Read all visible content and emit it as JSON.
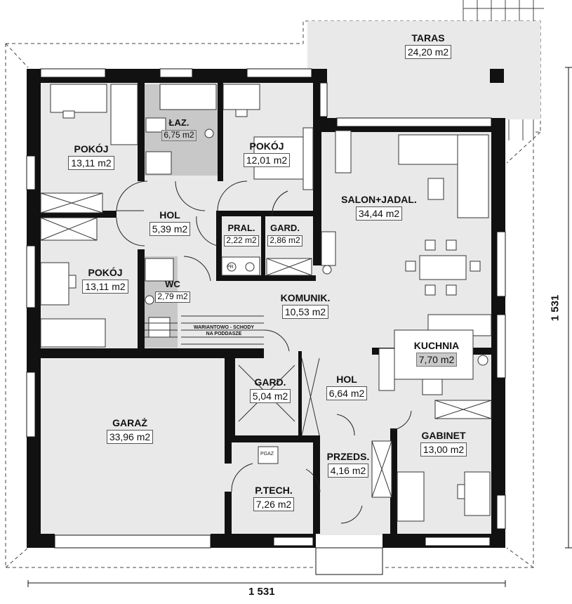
{
  "rooms": {
    "taras": {
      "name": "TARAS",
      "area": "24,20 m2"
    },
    "lazienka": {
      "name": "ŁAZ.",
      "area": "6,75 m2"
    },
    "pokoj_nw": {
      "name": "POKÓJ",
      "area": "13,11 m2"
    },
    "pokoj_n": {
      "name": "POKÓJ",
      "area": "12,01 m2"
    },
    "salon": {
      "name": "SALON+JADAL.",
      "area": "34,44 m2"
    },
    "hol_1": {
      "name": "HOL",
      "area": "5,39 m2"
    },
    "pralnia": {
      "name": "PRAL.",
      "area": "2,22 m2"
    },
    "gard_1": {
      "name": "GARD.",
      "area": "2,86 m2"
    },
    "pokoj_w": {
      "name": "POKÓJ",
      "area": "13,11 m2"
    },
    "wc": {
      "name": "WC",
      "area": "2,79 m2"
    },
    "komunik": {
      "name": "KOMUNIK.",
      "area": "10,53 m2"
    },
    "kuchnia": {
      "name": "KUCHNIA",
      "area": "7,70 m2"
    },
    "garaz": {
      "name": "GARAŻ",
      "area": "33,96 m2"
    },
    "gard_2": {
      "name": "GARD.",
      "area": "5,04 m2"
    },
    "hol_2": {
      "name": "HOL",
      "area": "6,64 m2"
    },
    "gabinet": {
      "name": "GABINET",
      "area": "13,00 m2"
    },
    "przeds": {
      "name": "PRZEDS.",
      "area": "4,16 m2"
    },
    "ptech": {
      "name": "P.TECH.",
      "area": "7,26 m2"
    }
  },
  "notes": {
    "stairs_line1": "WARIANTOWO - SCHODY",
    "stairs_line2": "NA PODDASZE",
    "pgaz": "PGAZ",
    "pr": "PR"
  },
  "dimensions": {
    "width": "1 531",
    "depth": "1 531"
  },
  "colors": {
    "wall": "#111111",
    "floor": "#e9e9e9",
    "wet_floor": "#c8c8c8",
    "furniture": "#ffffff"
  }
}
